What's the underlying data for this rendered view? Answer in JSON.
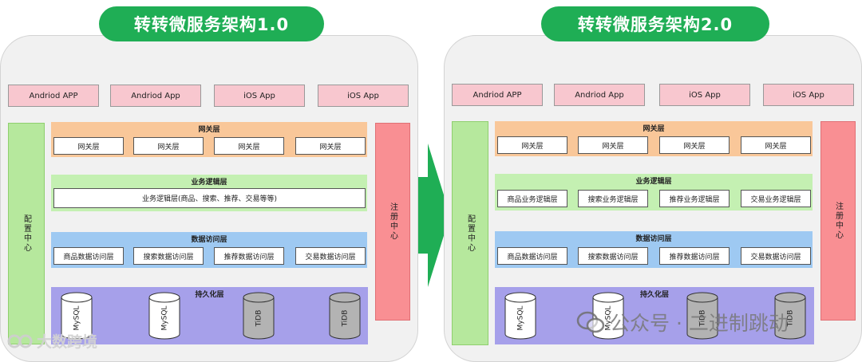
{
  "panels": [
    {
      "title": "转转微服务架构1.0",
      "apps": [
        "Andriod APP",
        "Andriod App",
        "iOS App",
        "iOS App"
      ],
      "config_center": "配置中心",
      "registry_center": "注册中心",
      "gateway": {
        "title": "网关层",
        "items": [
          "网关层",
          "网关层",
          "网关层",
          "网关层"
        ]
      },
      "business": {
        "title": "业务逻辑层",
        "items": [
          "业务逻辑层(商品、搜索、推荐、交易等等)"
        ]
      },
      "data_access": {
        "title": "数据访问层",
        "items": [
          "商品数据访问层",
          "搜索数据访问层",
          "推荐数据访问层",
          "交易数据访问层"
        ]
      },
      "persistence": {
        "title": "持久化层",
        "dbs": [
          "MySQL",
          "MySQL",
          "TiDB",
          "TiDB"
        ]
      }
    },
    {
      "title": "转转微服务架构2.0",
      "apps": [
        "Andriod APP",
        "Andriod App",
        "iOS App",
        "iOS App"
      ],
      "config_center": "配置中心",
      "registry_center": "注册中心",
      "gateway": {
        "title": "网关层",
        "items": [
          "网关层",
          "网关层",
          "网关层",
          "网关层"
        ]
      },
      "business": {
        "title": "业务逻辑层",
        "items": [
          "商品业务逻辑层",
          "搜索业务逻辑层",
          "推荐业务逻辑层",
          "交易业务逻辑层"
        ]
      },
      "data_access": {
        "title": "数据访问层",
        "items": [
          "商品数据访问层",
          "搜索数据访问层",
          "推荐数据访问层",
          "交易数据访问层"
        ]
      },
      "persistence": {
        "title": "持久化层",
        "dbs": [
          "MySQL",
          "MySQL",
          "TiDB",
          "TiDB"
        ]
      }
    }
  ],
  "watermarks": {
    "left": "大数跨境",
    "right": "公众号 · 二进制跳动"
  },
  "colors": {
    "title_green": "#1fae55",
    "app_pink": "#f8c7cf",
    "config_green": "#b6e89d",
    "registry_red": "#f98f93",
    "gateway_orange": "#f9c799",
    "business_green": "#c4f0b2",
    "data_blue": "#9ec9f2",
    "persistence_purple": "#a6a0ea",
    "db_white": "#ffffff",
    "db_gray": "#b3b3b3",
    "arrow_green": "#1fae55"
  }
}
